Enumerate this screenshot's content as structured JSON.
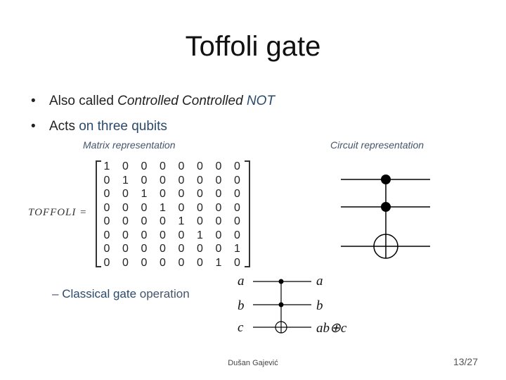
{
  "slide": {
    "title": "Toffoli gate",
    "bullets": [
      {
        "parts": [
          {
            "text": "Also called ",
            "style": "plain"
          },
          {
            "text": "Controlled Controlled ",
            "style": "italic"
          },
          {
            "text": "NOT",
            "style": "italic-accent"
          }
        ]
      },
      {
        "parts": [
          {
            "text": "Acts ",
            "style": "plain"
          },
          {
            "text": "on three qubits",
            "style": "accent"
          }
        ]
      }
    ],
    "matrix_caption": "Matrix representation",
    "circuit_caption": "Circuit representation",
    "matrix_label": "TOFFOLI =",
    "matrix": [
      [
        "1",
        "0",
        "0",
        "0",
        "0",
        "0",
        "0",
        "0"
      ],
      [
        "0",
        "1",
        "0",
        "0",
        "0",
        "0",
        "0",
        "0"
      ],
      [
        "0",
        "0",
        "1",
        "0",
        "0",
        "0",
        "0",
        "0"
      ],
      [
        "0",
        "0",
        "0",
        "1",
        "0",
        "0",
        "0",
        "0"
      ],
      [
        "0",
        "0",
        "0",
        "0",
        "1",
        "0",
        "0",
        "0"
      ],
      [
        "0",
        "0",
        "0",
        "0",
        "0",
        "1",
        "0",
        "0"
      ],
      [
        "0",
        "0",
        "0",
        "0",
        "0",
        "0",
        "0",
        "1"
      ],
      [
        "0",
        "0",
        "0",
        "0",
        "0",
        "0",
        "1",
        "0"
      ]
    ],
    "sub_bullet": {
      "dash": "–",
      "parts": [
        {
          "text": "Classical gate ",
          "style": "accent"
        },
        {
          "text": "operation",
          "style": "plain"
        }
      ]
    },
    "classical_inputs": [
      "a",
      "b",
      "c"
    ],
    "classical_outputs": [
      "a",
      "b",
      "ab⊕c"
    ],
    "footer_author": "Dušan Gajević",
    "page_number": "13/27"
  },
  "colors": {
    "accent": "#2b4a6b",
    "caption": "#44546a",
    "line": "#000000"
  }
}
